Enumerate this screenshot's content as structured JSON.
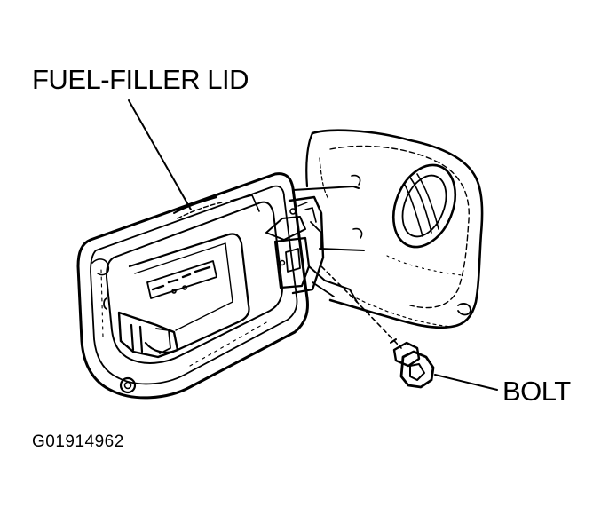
{
  "labels": {
    "fuel_filler_lid": "FUEL-FILLER LID",
    "bolt": "BOLT",
    "figure_code": "G01914962"
  },
  "colors": {
    "ink": "#000000",
    "paper": "#ffffff"
  }
}
